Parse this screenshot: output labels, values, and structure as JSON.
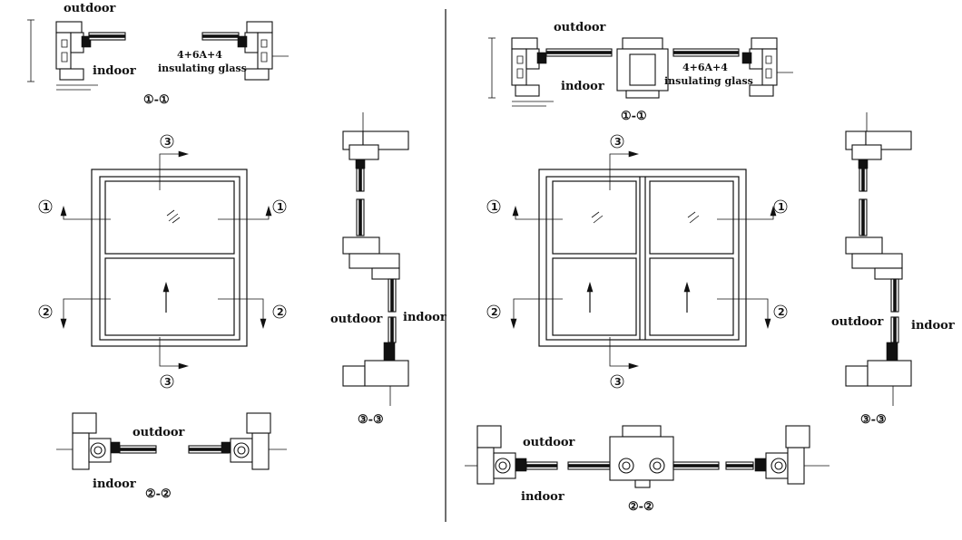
{
  "labels": {
    "outdoor": "outdoor",
    "indoor": "indoor",
    "glass_spec": "4+6A+4",
    "glass_type": "insulating glass"
  },
  "markers": {
    "m1": "1",
    "m2": "2",
    "m3": "3"
  },
  "sections": {
    "s1": "①-①",
    "s2": "②-②",
    "s3": "③-③"
  }
}
